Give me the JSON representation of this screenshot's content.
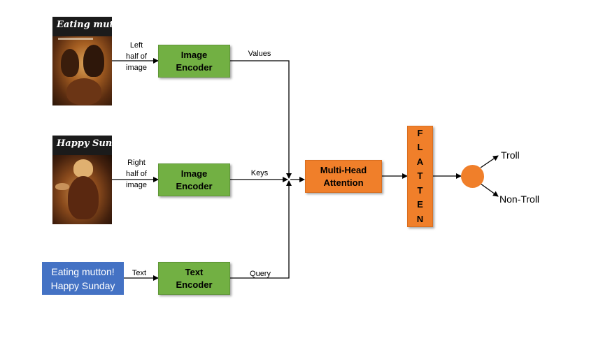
{
  "images": [
    {
      "caption": "Eating mutton! "
    },
    {
      "caption": "Happy Sunday!"
    }
  ],
  "input_labels": {
    "left": [
      "Left",
      "half of",
      "image"
    ],
    "right": [
      "Right",
      "half of",
      "image"
    ],
    "text": "Text"
  },
  "text_input": [
    "Eating mutton!",
    "Happy Sunday"
  ],
  "encoders": {
    "image1": [
      "Image",
      "Encoder"
    ],
    "image2": [
      "Image",
      "Encoder"
    ],
    "text": [
      "Text",
      "Encoder"
    ]
  },
  "edge_labels": {
    "values": "Values",
    "keys": "Keys",
    "query": "Query"
  },
  "attention": [
    "Multi-Head",
    "Attention"
  ],
  "flatten_letters": [
    "F",
    "L",
    "A",
    "T",
    "T",
    "E",
    "N"
  ],
  "outputs": {
    "troll": "Troll",
    "non_troll": "Non-Troll"
  }
}
